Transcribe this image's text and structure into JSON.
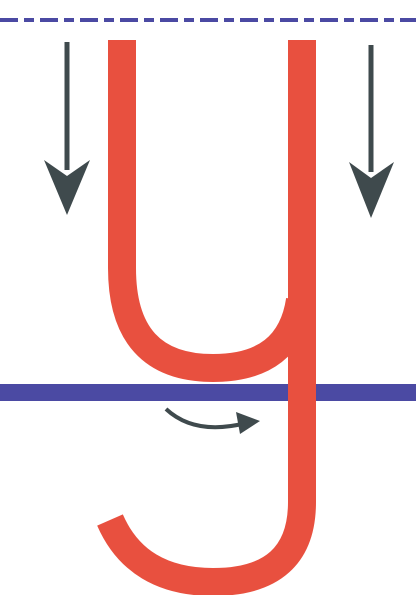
{
  "figure": {
    "letter": "y",
    "guide_lines": [
      {
        "role": "top-line",
        "style": "dashed"
      },
      {
        "role": "baseline",
        "style": "solid"
      }
    ],
    "stroke_directions": [
      {
        "role": "left-down-arrow",
        "direction": "down"
      },
      {
        "role": "right-down-arrow",
        "direction": "down"
      },
      {
        "role": "tail-curve-arrow",
        "direction": "right"
      }
    ],
    "colors": {
      "letter": "#e8503f",
      "letter_outline": "#d13a2c",
      "guide_line": "#4b4aa3",
      "arrow": "#3f4a4d",
      "background": "#ffffff"
    }
  }
}
